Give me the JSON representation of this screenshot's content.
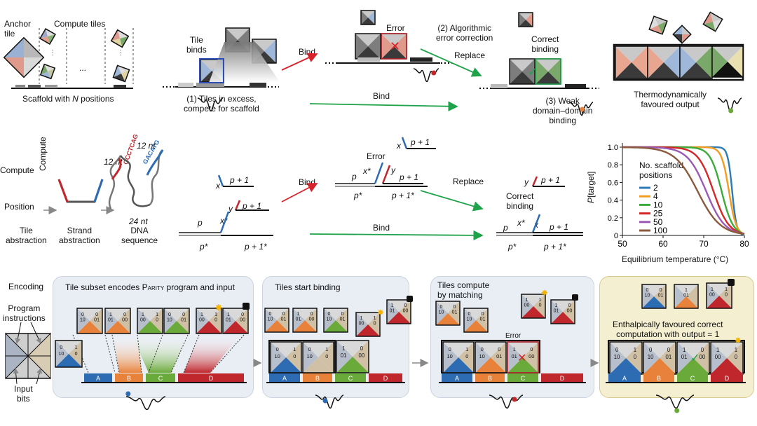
{
  "colors": {
    "blue": "#2d6cb3",
    "orange": "#e8823a",
    "green": "#6aaa3a",
    "red": "#c0272d",
    "gray": "#9a9a9a",
    "dark": "#3a3a3a",
    "mid": "#6e6e6e",
    "arrow_red": "#d8222b",
    "arrow_green": "#1fa34a",
    "chart_blue": "#2c7bb6",
    "chart_orange": "#f39c1f",
    "chart_green": "#3bab3b",
    "chart_red": "#d62728",
    "chart_purple": "#9b59b6",
    "chart_brown": "#8c5a3c"
  },
  "row1": {
    "anchor_tile": "Anchor\ntile",
    "compute_tiles": "Compute tiles",
    "dots": "...",
    "scaffold": "Scaffold with ",
    "scaffold_n": "N",
    "scaffold_tail": " positions",
    "tile_binds": "Tile\nbinds",
    "tiles_excess": "(1) Tiles in excess,\ncompete for scaffold",
    "bind": "Bind",
    "error": "Error",
    "alg_correction": "(2) Algorithmic\nerror correction",
    "replace": "Replace",
    "correct_binding": "Correct\nbinding",
    "weak_binding": "(3) Weak\ndomain–domain\nbinding",
    "thermo_output": "Thermodynamically\nfavoured output"
  },
  "row2": {
    "compute_left": "Compute",
    "compute_right": "Compute",
    "position": "Position",
    "tile_abstraction": "Tile\nabstraction",
    "strand_abstraction": "Strand\nabstraction",
    "dna_sequence": "DNA\nsequence",
    "nt12a": "12 nt",
    "nt12b": "12 nt",
    "nt24": "24 nt",
    "seq_red": "GCCTCAG",
    "seq_blue": "GACATG",
    "x": "x",
    "y": "y",
    "p": "p",
    "p1": "p + 1",
    "xstar": "x*",
    "pstar": "p*",
    "p1star": "p + 1*",
    "bind": "Bind",
    "error": "Error",
    "replace": "Replace",
    "correct_binding": "Correct\nbinding"
  },
  "row3": {
    "encoding": "Encoding",
    "program_instructions": "Program\ninstructions",
    "input_bits": "Input\nbits",
    "panel1_title": "Tile subset encodes ",
    "panel1_parity": "Parity",
    "panel1_tail": " program and input",
    "panel2_title": "Tiles start binding",
    "panel3_title": "Tiles compute\nby matching",
    "panel3_error": "Error",
    "panel4_text": "Enthalpically favoured correct\ncomputation with output = 1",
    "slots": [
      "A",
      "B",
      "C",
      "D"
    ],
    "bits": {
      "zero": "0",
      "one": "1",
      "b10": "10",
      "b01": "01",
      "b00": "00"
    }
  },
  "chart_data": {
    "type": "line",
    "xlabel": "Equilibrium temperature (°C)",
    "ylabel": "P[target]",
    "xlim": [
      50,
      80
    ],
    "ylim": [
      0,
      1.0
    ],
    "xticks": [
      "50",
      "60",
      "70",
      "80"
    ],
    "yticks": [
      "0",
      "0.2",
      "0.4",
      "0.6",
      "0.8",
      "1.0"
    ],
    "legend_title": "No. scaffold\npositions",
    "legend_position": "right",
    "grid": false,
    "series": [
      {
        "name": "2",
        "color": "#2c7bb6",
        "t50": 77.0,
        "w": 0.55
      },
      {
        "name": "4",
        "color": "#f39c1f",
        "t50": 76.2,
        "w": 0.9
      },
      {
        "name": "10",
        "color": "#3bab3b",
        "t50": 74.4,
        "w": 1.4
      },
      {
        "name": "25",
        "color": "#d62728",
        "t50": 72.4,
        "w": 1.9
      },
      {
        "name": "50",
        "color": "#9b59b6",
        "t50": 70.6,
        "w": 2.3
      },
      {
        "name": "100",
        "color": "#8c5a3c",
        "t50": 68.5,
        "w": 2.8
      }
    ]
  }
}
